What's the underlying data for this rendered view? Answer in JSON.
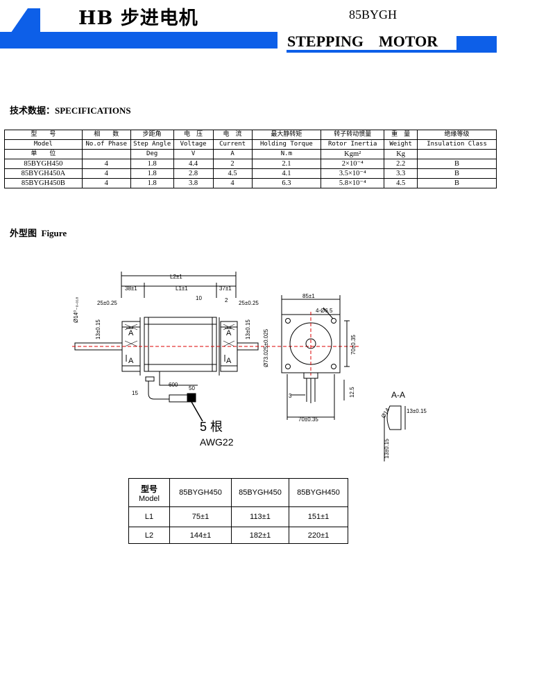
{
  "header": {
    "title": "HB 步进电机",
    "model": "85BYGH",
    "subtitle": "STEPPING    MOTOR",
    "accent_color": "#0d5fe8"
  },
  "specs": {
    "heading": "技术数据：SPECIFICATIONS",
    "columns_cn": [
      "型　　号",
      "相　　数",
      "步距角",
      "电　压",
      "电　流",
      "最大静转矩",
      "转子转动惯量",
      "重　量",
      "绝缘等级"
    ],
    "columns_en": [
      "Model",
      "No.of Phase",
      "Step Angle",
      "Voltage",
      "Current",
      "Holding Torque",
      "Rotor Inertia",
      "Weight",
      "Insulation Class"
    ],
    "units_label": "单　　位",
    "units": [
      "",
      "Deg",
      "V",
      "A",
      "N.m",
      "Kgm²",
      "Kg",
      ""
    ],
    "rows": [
      [
        "85BYGH450",
        "4",
        "1.8",
        "4.4",
        "2",
        "2.1",
        "2×10⁻⁴",
        "2.2",
        "B"
      ],
      [
        "85BYGH450A",
        "4",
        "1.8",
        "2.8",
        "4.5",
        "4.1",
        "3.5×10⁻⁴",
        "3.3",
        "B"
      ],
      [
        "85BYGH450B",
        "4",
        "1.8",
        "3.8",
        "4",
        "6.3",
        "5.8×10⁻⁴",
        "4.5",
        "B"
      ]
    ]
  },
  "figure": {
    "heading": "外型图  Figure",
    "labels": {
      "l2": "L2±1",
      "l1": "L1±1",
      "left_len": "38±1",
      "right_len": "37±1",
      "ten": "10",
      "two": "2",
      "left_shaft": "25±0.25",
      "right_shaft": "25±0.25",
      "d14": "Ø14⁰₋₀.₀₁₈",
      "d13_left": "13±0.15",
      "d13_right": "13±0.15",
      "d73": "Ø73.025±0.025",
      "section_mark": "A",
      "lead_600": "600",
      "lead_50": "50",
      "fifteen": "15",
      "wire_count": "5 根",
      "awg": "AWG22",
      "front_width": "85±1",
      "holes": "4-Ø6.5",
      "pitch_v": "70±0.35",
      "pitch_h": "70±0.35",
      "d12": "12.5",
      "d3": "3",
      "aa": "A-A",
      "aa_top": "13±0.15",
      "aa_side": "13±0.15",
      "aa_d": "Ø14"
    }
  },
  "dims": {
    "header_cn": "型号",
    "header_en": "Model",
    "models": [
      "85BYGH450",
      "85BYGH450",
      "85BYGH450"
    ],
    "rows": [
      {
        "label": "L1",
        "values": [
          "75±1",
          "113±1",
          "151±1"
        ]
      },
      {
        "label": "L2",
        "values": [
          "144±1",
          "182±1",
          "220±1"
        ]
      }
    ]
  }
}
